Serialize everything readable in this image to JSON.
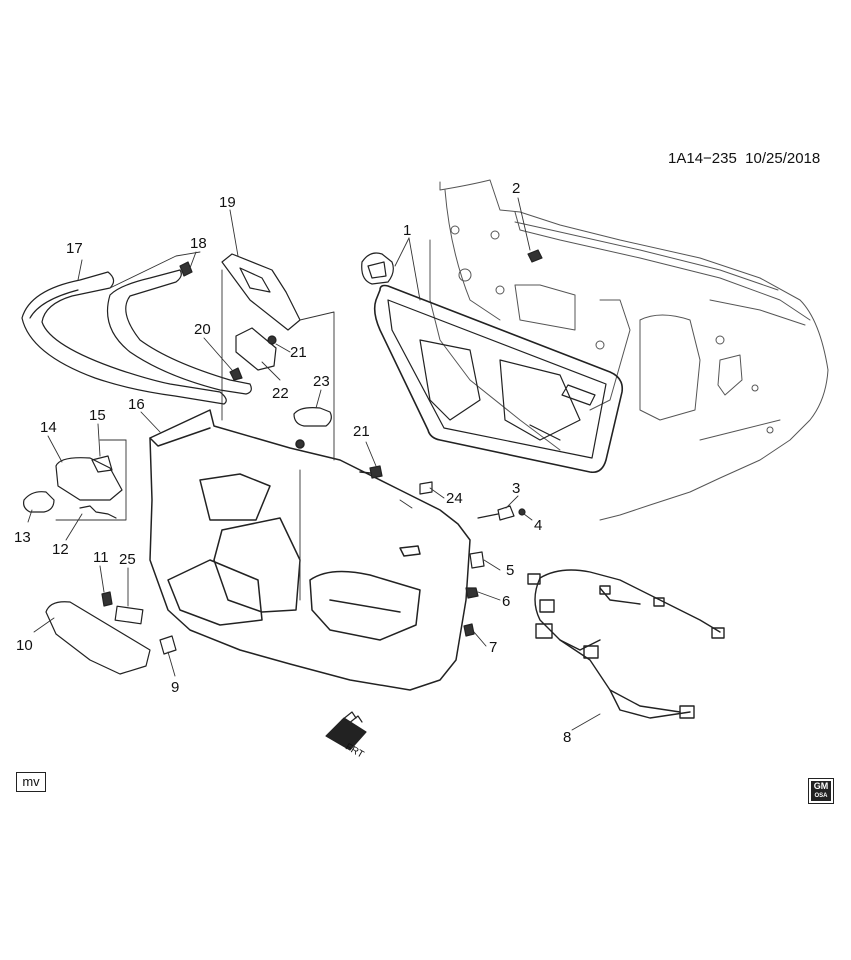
{
  "header": {
    "diagram_id": "1A14−235",
    "date": "10/25/2018"
  },
  "corner_tag": "mv",
  "brand_badge": {
    "line1": "GM",
    "line2": "OSA"
  },
  "direction_label": "FRT",
  "callouts": [
    "1",
    "2",
    "3",
    "4",
    "5",
    "6",
    "7",
    "8",
    "9",
    "10",
    "11",
    "12",
    "13",
    "14",
    "15",
    "16",
    "17",
    "18",
    "19",
    "20",
    "21",
    "21",
    "22",
    "23",
    "24",
    "25"
  ],
  "icons": [
    "front-direction-arrow-icon",
    "gm-logo-icon"
  ]
}
